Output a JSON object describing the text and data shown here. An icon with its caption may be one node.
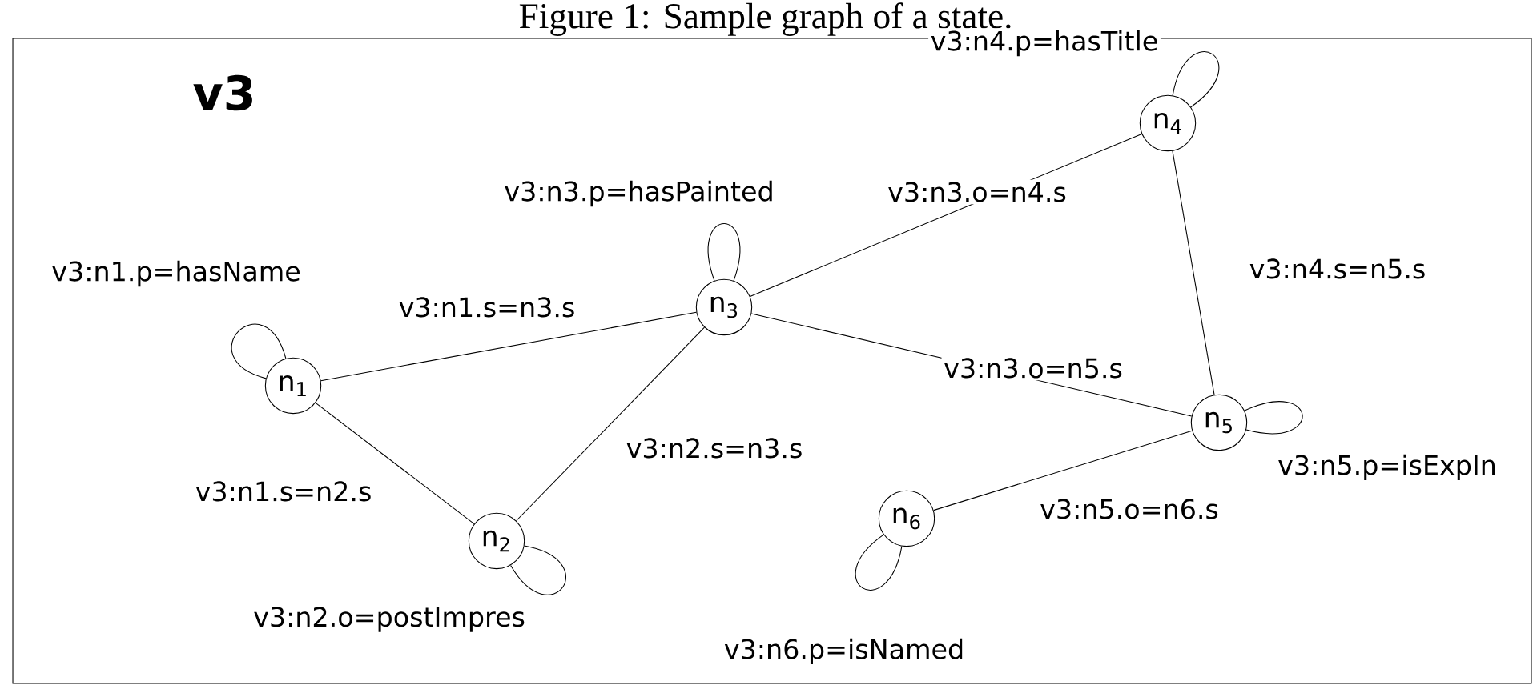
{
  "diagram": {
    "title": "v3",
    "caption": "Figure 1: Sample graph of a state.",
    "nodes": [
      {
        "text": [
          "n$_{1}$"
        ]
      },
      {
        "text": [
          "n$_{2}$"
        ]
      },
      {
        "text": [
          "n$_{3}$"
        ]
      },
      {
        "text": [
          "n$_{4}$"
        ]
      },
      {
        "text": [
          "n$_{5}$"
        ]
      },
      {
        "text": [
          "n$_{6}$"
        ]
      }
    ],
    "edges": [
      {
        "from": 0,
        "to": 0,
        "arrow": "none",
        "label": "v3:n1.p=hasName"
      },
      {
        "from": 1,
        "to": 1,
        "arrow": "none",
        "label": "v3:n2.o=postImpres"
      },
      {
        "from": 2,
        "to": 2,
        "arrow": "none",
        "label": "v3:n3.p=hasPainted"
      },
      {
        "from": 3,
        "to": 3,
        "arrow": "none",
        "label": "v3:n4.p=hasTitle"
      },
      {
        "from": 4,
        "to": 4,
        "arrow": "none",
        "label": "v3:n5.p=isExpIn"
      },
      {
        "from": 5,
        "to": 5,
        "arrow": "none",
        "label": "v3:n6.p=isNamed"
      },
      {
        "from": 0,
        "to": 2,
        "arrow": "none",
        "label": "v3:n1.s=n3.s"
      },
      {
        "from": 0,
        "to": 1,
        "arrow": "none",
        "label": "v3:n1.s=n2.s"
      },
      {
        "from": 1,
        "to": 2,
        "arrow": "none",
        "label": "v3:n2.s=n3.s"
      },
      {
        "from": 2,
        "to": 3,
        "arrow": "none",
        "label": "v3:n3.o=n4.s"
      },
      {
        "from": 2,
        "to": 4,
        "arrow": "none",
        "label": "v3:n3.o=n5.s"
      },
      {
        "from": 3,
        "to": 4,
        "arrow": "none",
        "label": "v3:n4.s=n5.s"
      },
      {
        "from": 4,
        "to": 5,
        "arrow": "none",
        "label": "v3:n5.o=n6.s"
      }
    ]
  }
}
